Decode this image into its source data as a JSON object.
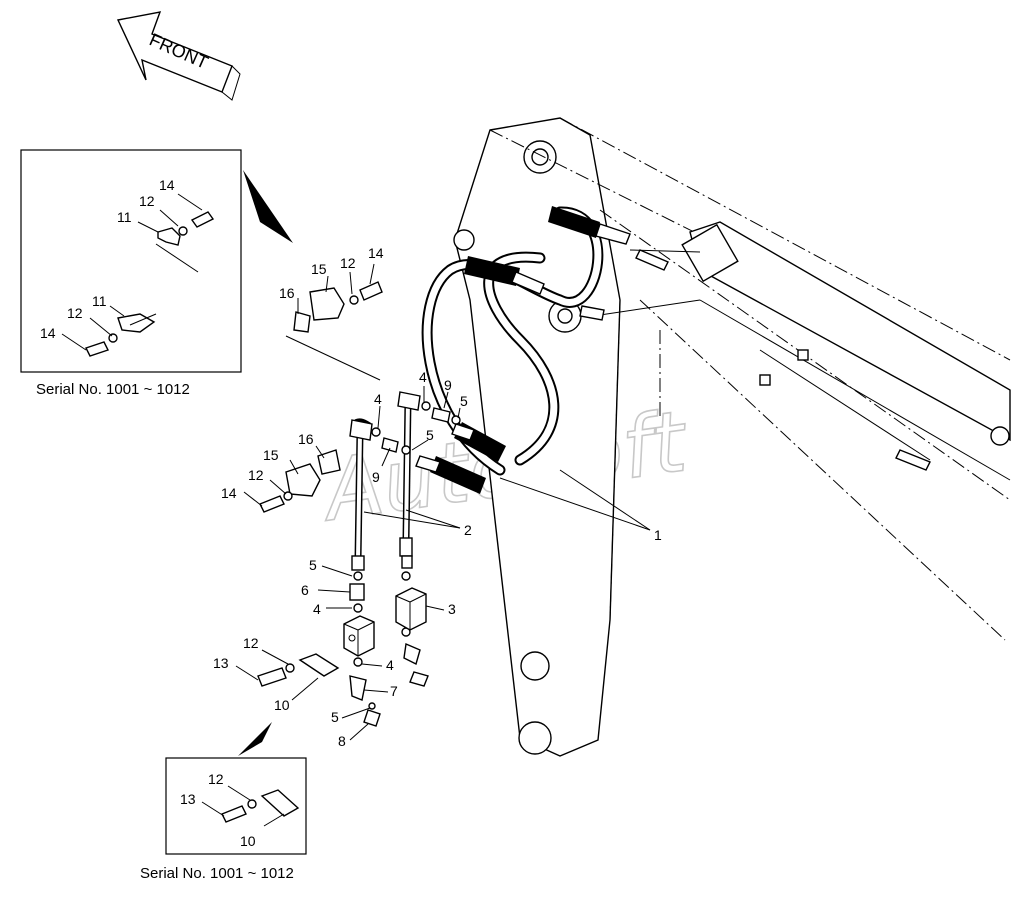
{
  "direction_label": "FRONT",
  "watermark": "AutoSoft",
  "inset_top": {
    "caption": "Serial No. 1001 ~ 1012",
    "callouts": [
      "14",
      "12",
      "11",
      "12",
      "11",
      "14"
    ]
  },
  "inset_bottom": {
    "caption": "Serial No. 1001 ~ 1012",
    "callouts": [
      "12",
      "13",
      "10"
    ]
  },
  "callouts": [
    "16",
    "15",
    "12",
    "14",
    "4",
    "9",
    "5",
    "4",
    "5",
    "9",
    "16",
    "15",
    "12",
    "14",
    "2",
    "1",
    "5",
    "6",
    "4",
    "3",
    "12",
    "13",
    "10",
    "4",
    "7",
    "5",
    "8"
  ],
  "colors": {
    "line": "#000000",
    "background": "#ffffff",
    "watermark": "#c8c8c8"
  }
}
